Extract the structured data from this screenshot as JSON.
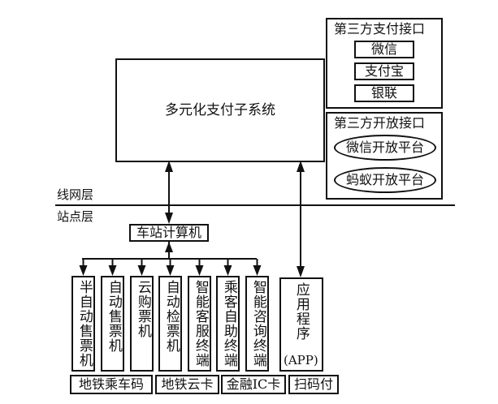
{
  "main_system": {
    "label": "多元化支付子系统"
  },
  "third_party_payment": {
    "title": "第三方支付接口",
    "items": [
      "微信",
      "支付宝",
      "银联"
    ]
  },
  "third_party_open": {
    "title": "第三方开放接口",
    "items": [
      "微信开放平台",
      "蚂蚁开放平台"
    ]
  },
  "layers": {
    "network": "线网层",
    "station": "站点层"
  },
  "station_computer": {
    "label": "车站计算机"
  },
  "terminals": [
    {
      "label": "半自动售票机"
    },
    {
      "label": "自动售票机"
    },
    {
      "label": "云购票机"
    },
    {
      "label": "自动检票机"
    },
    {
      "label": "智能客服终端"
    },
    {
      "label": "乘客自助终端"
    },
    {
      "label": "智能咨询终端"
    }
  ],
  "app": {
    "label_vertical": "应用程序",
    "label_suffix": "(APP)"
  },
  "payment_methods": [
    "地铁乘车码",
    "地铁云卡",
    "金融IC卡",
    "扫码付"
  ]
}
